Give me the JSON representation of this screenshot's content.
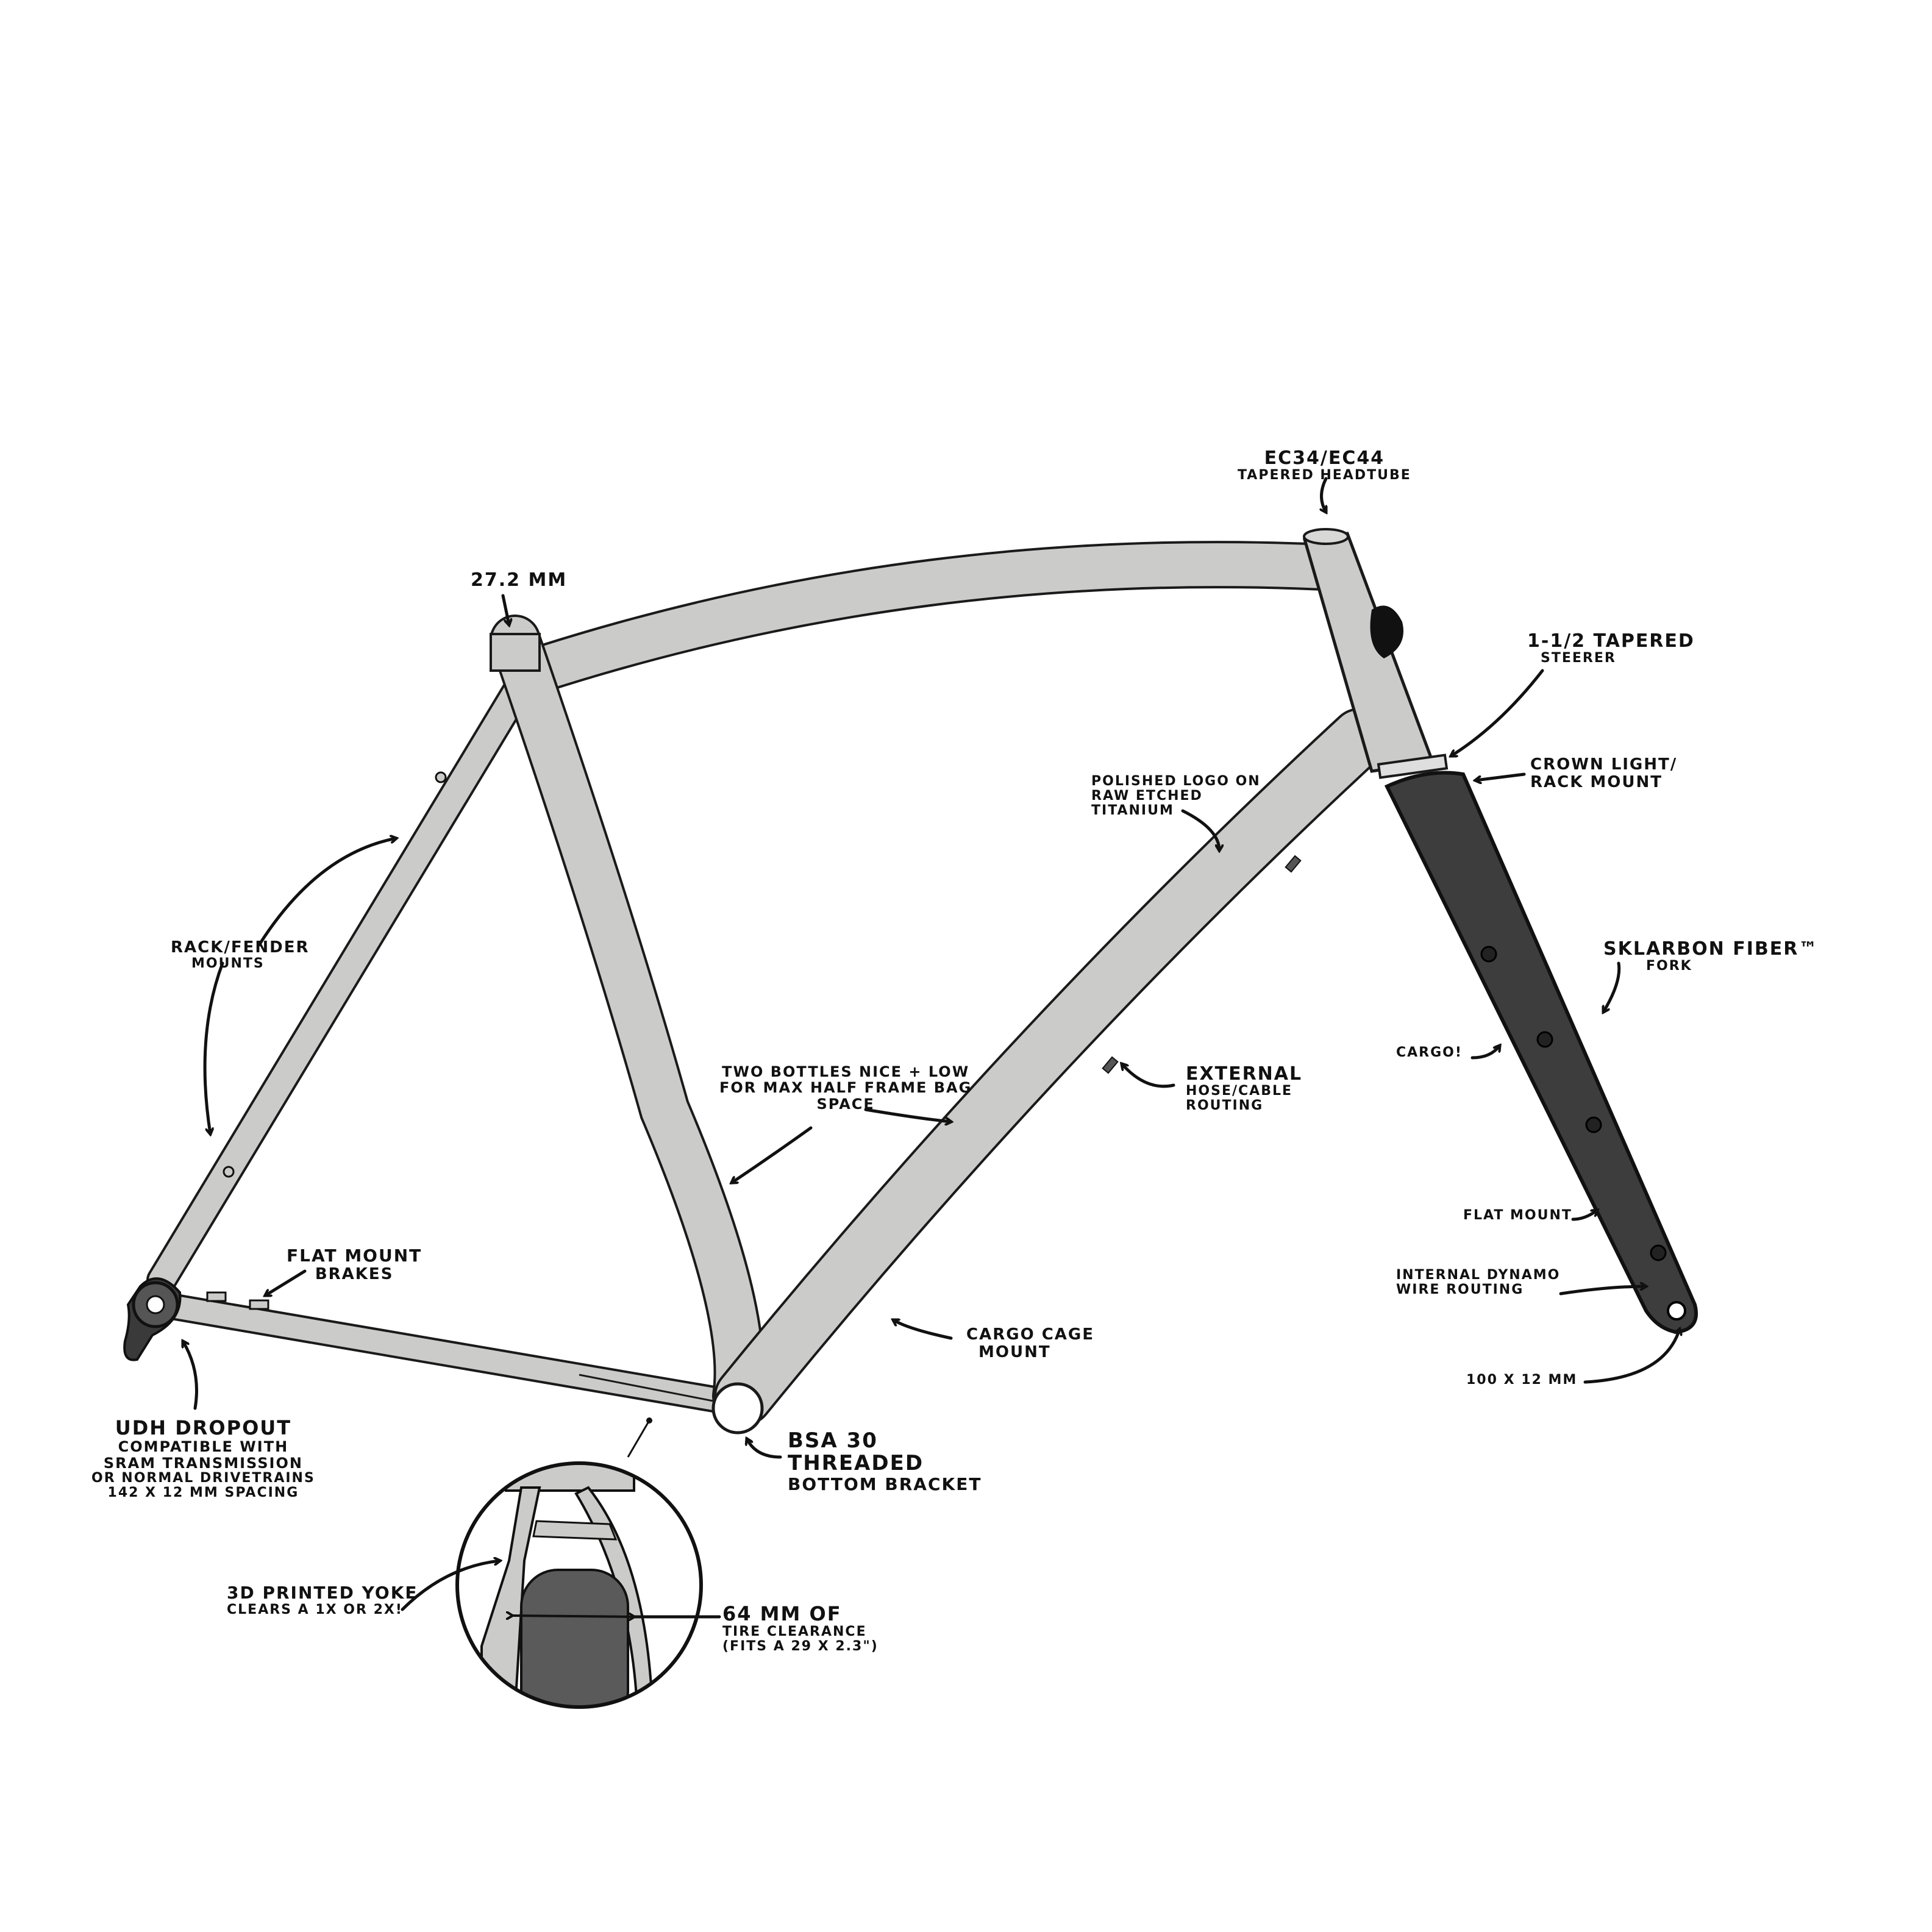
{
  "diagram": {
    "subject": "Titanium gravel bike frame and carbon fork with feature callouts",
    "colors": {
      "background": "#ffffff",
      "frame_fill": "#c9c9c7",
      "frame_outline": "#1a1a1a",
      "fork_fill": "#3d3d3d",
      "tire_fill": "#5a5a5a",
      "ink": "#111111"
    },
    "callouts": {
      "headtube": {
        "lines": [
          "EC34/EC44",
          "Tapered Headtube"
        ]
      },
      "steerer": {
        "lines": [
          "1-1/2 Tapered",
          "Steerer"
        ]
      },
      "crown_mount": {
        "lines": [
          "Crown Light/",
          "Rack Mount"
        ]
      },
      "logo": {
        "lines": [
          "Polished Logo on",
          "Raw Etched",
          "Titanium"
        ]
      },
      "fork": {
        "lines": [
          "Sklarbon Fiber™",
          "Fork"
        ]
      },
      "cargo_fork": {
        "lines": [
          "Cargo!"
        ]
      },
      "external_routing": {
        "lines": [
          "External",
          "Hose/Cable",
          "Routing"
        ]
      },
      "bottles": {
        "lines": [
          "Two Bottles Nice + Low",
          "For Max Half Frame Bag",
          "Space"
        ]
      },
      "flat_mount_fork": {
        "lines": [
          "Flat Mount"
        ]
      },
      "dynamo": {
        "lines": [
          "Internal Dynamo",
          "Wire Routing"
        ]
      },
      "front_axle": {
        "lines": [
          "100 x 12 mm"
        ]
      },
      "cargo_cage": {
        "lines": [
          "Cargo Cage",
          "Mount"
        ]
      },
      "bottom_bracket": {
        "lines": [
          "BSA 30",
          "Threaded",
          "Bottom Bracket"
        ]
      },
      "seatpost": {
        "lines": [
          "27.2 mm"
        ]
      },
      "rack_fender": {
        "lines": [
          "Rack/Fender",
          "Mounts"
        ]
      },
      "flat_mount_brakes": {
        "lines": [
          "Flat Mount",
          "Brakes"
        ]
      },
      "dropout": {
        "lines": [
          "UDH Dropout",
          "Compatible with",
          "SRAM Transmission",
          "or Normal Drivetrains",
          "142 x 12 mm Spacing"
        ]
      },
      "yoke": {
        "lines": [
          "3D Printed Yoke",
          "Clears a 1x or 2x!"
        ]
      },
      "tire_clearance": {
        "lines": [
          "64 mm of",
          "Tire Clearance",
          "(Fits a 29 x 2.3\")"
        ]
      }
    }
  }
}
